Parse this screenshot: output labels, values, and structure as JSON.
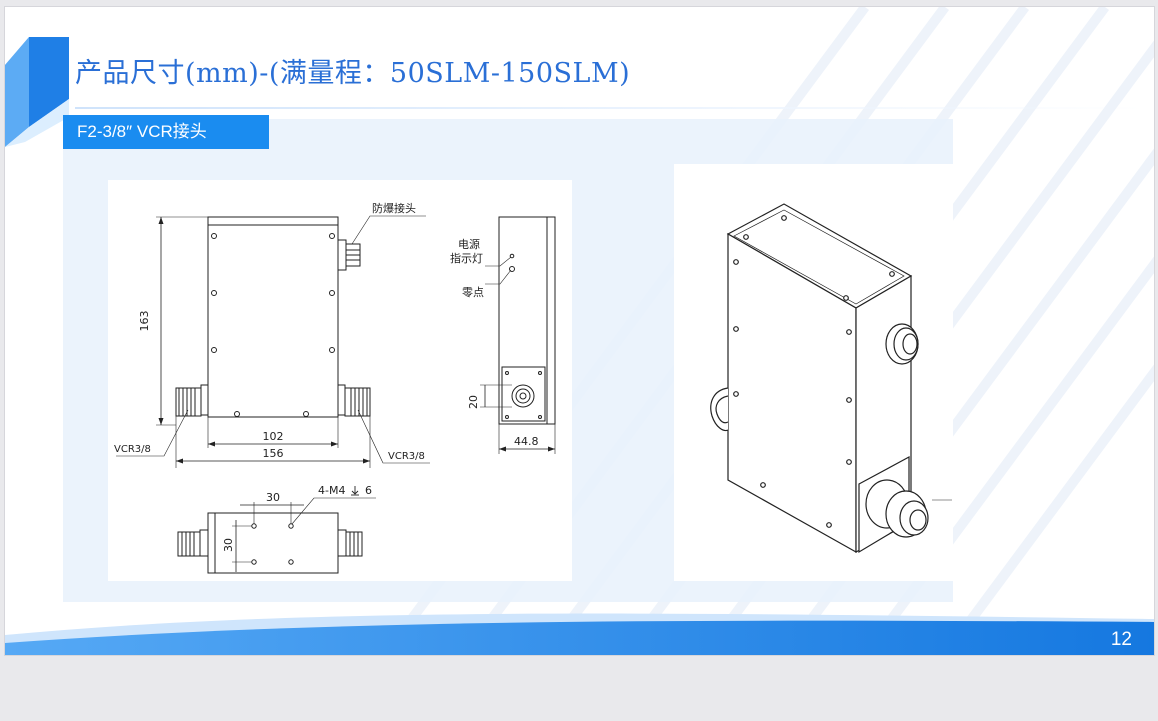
{
  "slide": {
    "title": "产品尺寸(mm)-(满量程：50SLM-150SLM)",
    "section_label": "F2-3/8″ VCR接头",
    "page_number": "12"
  },
  "drawing": {
    "front_view": {
      "height_dim": "163",
      "inner_width_dim": "102",
      "overall_width_dim": "156",
      "left_fitting_label": "VCR3/8",
      "right_fitting_label": "VCR3/8",
      "explosion_proof_label": "防爆接头"
    },
    "side_view": {
      "power_indicator_label_line1": "电源",
      "power_indicator_label_line2": "指示灯",
      "zero_label": "零点",
      "port_height_dim": "20",
      "width_dim": "44.8"
    },
    "bottom_view": {
      "hole_spacing_x": "30",
      "hole_spacing_y": "30",
      "thread_spec": "4-M4",
      "thread_depth": "6"
    }
  },
  "colors": {
    "accent_blue": "#1a8cf0",
    "title_blue": "#2a6fd6"
  }
}
